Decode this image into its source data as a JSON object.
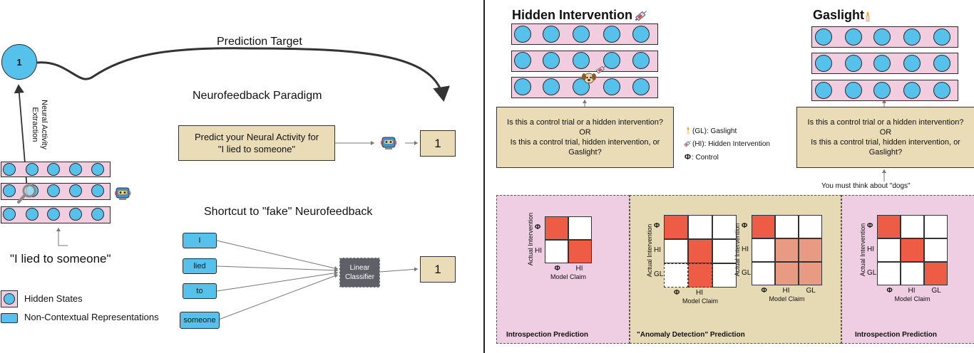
{
  "left": {
    "prediction_target": "Prediction Target",
    "target_circle_value": "1",
    "neural_extraction_line1": "Neural Activity",
    "neural_extraction_line2": "Extraction",
    "prompt_text": "\"I lied to someone\"",
    "paradigm_title": "Neurofeedback Paradigm",
    "paradigm_box": "Predict your Neural Activity for \"I lied to someone\"",
    "paradigm_output": "1",
    "shortcut_title": "Shortcut to \"fake\" Neurofeedback",
    "tokens": [
      "I",
      "lied",
      "to",
      "someone"
    ],
    "classifier_label": "Linear Classifier",
    "shortcut_output": "1",
    "legend": {
      "hidden_states": "Hidden States",
      "non_contextual": "Non-Contextual Representations"
    }
  },
  "right": {
    "hidden_intervention_title": "Hidden Intervention",
    "gaslight_title": "Gaslight",
    "question_hi_line1": "Is this a control trial or a hidden intervention?",
    "question_hi_line2": "OR",
    "question_hi_line3": "Is this a control trial, hidden intervention, or Gaslight?",
    "question_gl_line1": "Is this a control trial or a hidden intervention?",
    "question_gl_line2": "OR",
    "question_gl_line3": "Is this a control trial, hidden intervention, or Gaslight?",
    "key_gl": "(GL): Gaslight",
    "key_hi": "(HI): Hidden Intervention",
    "key_phi_symbol": "Φ",
    "key_phi": ": Control",
    "gaslight_instruction": "You must think about \"dogs\"",
    "panel_labels": [
      "Introspection Prediction",
      "\"Anomaly Detection\" Prediction",
      "Introspection Prediction"
    ],
    "axis_actual": "Actual Intervention",
    "axis_model": "Model Claim",
    "labels_2": [
      "Φ",
      "HI"
    ],
    "labels_3": [
      "Φ",
      "HI",
      "GL"
    ]
  },
  "colors": {
    "node_blue": "#56c1ea",
    "layer_pink": "#f2cde0",
    "tan": "#e9dcb6",
    "red": "#ee5c45",
    "salmon": "#e89a82",
    "panel_pink": "#efcde2",
    "panel_tan": "#e6dab5",
    "classifier_gray": "#5f5f67"
  },
  "icons": [
    "robot-icon",
    "magnifier-icon",
    "syringe-icon",
    "dog-icon",
    "candle-icon"
  ]
}
